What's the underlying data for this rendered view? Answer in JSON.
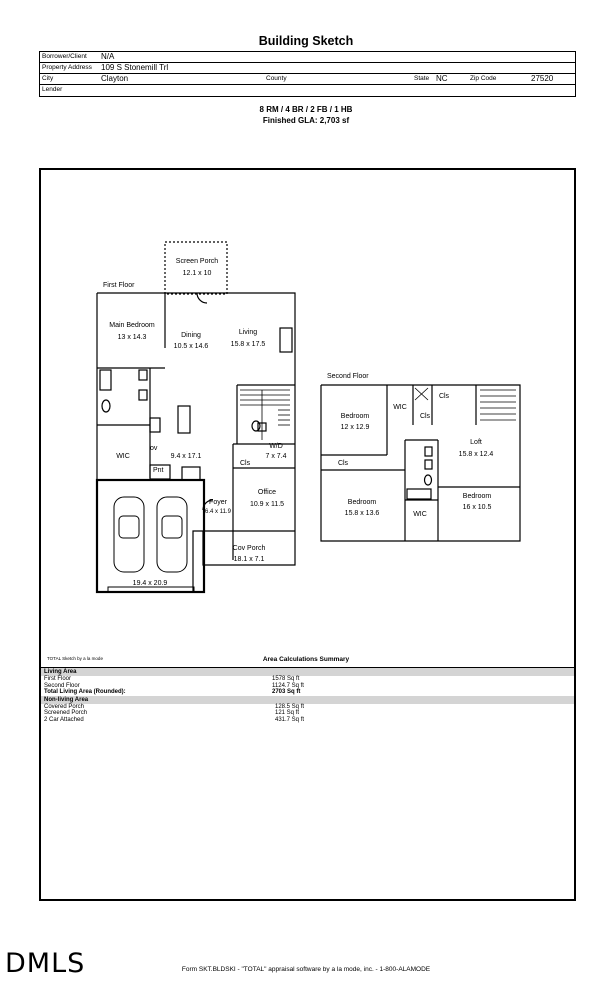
{
  "header": {
    "title": "Building Sketch",
    "borrower_label": "Borrower/Client",
    "borrower_value": "N/A",
    "address_label": "Property Address",
    "address_value": "109 S Stonemill Trl",
    "city_label": "City",
    "city_value": "Clayton",
    "county_label": "County",
    "state_label": "State",
    "state_value": "NC",
    "zip_label": "Zip Code",
    "zip_value": "27520",
    "lender_label": "Lender"
  },
  "summary": {
    "line1": "8 RM / 4 BR / 2 FB / 1 HB",
    "line2": "Finished GLA: 2,703 sf"
  },
  "sketch": {
    "first_floor_label": "First Floor",
    "second_floor_label": "Second Floor",
    "rooms": {
      "screen_porch": "Screen Porch",
      "screen_porch_dim": "12.1 x 10",
      "main_bedroom": "Main Bedroom",
      "main_bedroom_dim": "13 x 14.3",
      "dining": "Dining",
      "dining_dim": "10.5 x 14.6",
      "living": "Living",
      "living_dim": "15.8 x 17.5",
      "wic1": "WIC",
      "ov": "ov",
      "kitchen_dim": "9.4 x 17.1",
      "pnt": "Pnt",
      "cls1": "Cls",
      "wd": "W/D",
      "wd_dim": "7 x 7.4",
      "foyer": "Foyer",
      "foyer_dim": "6.4 x 11.9",
      "office": "Office",
      "office_dim": "10.9 x 11.5",
      "cov_porch": "Cov Porch",
      "cov_porch_dim": "18.1 x 7.1",
      "garage_dim": "19.4 x 20.9",
      "bedroom2": "Bedroom",
      "bedroom2_dim": "12 x 12.9",
      "wic2": "WIC",
      "cls2": "Cls",
      "cls3": "Cls",
      "cls4": "Cls",
      "loft": "Loft",
      "loft_dim": "15.8 x 12.4",
      "bedroom3": "Bedroom",
      "bedroom3_dim": "15.8 x 13.6",
      "bedroom4": "Bedroom",
      "bedroom4_dim": "16 x 10.5",
      "wic3": "WIC"
    }
  },
  "calc": {
    "credit": "TOTAL Sketch by a la mode",
    "title": "Area Calculations Summary",
    "living_area_header": "Living Area",
    "first_floor_label": "First Floor",
    "first_floor_value": "1578 Sq ft",
    "second_floor_label": "Second Floor",
    "second_floor_value": "1124.7 Sq ft",
    "total_label": "Total Living Area (Rounded):",
    "total_value": "2703 Sq ft",
    "nonliving_header": "Non-living Area",
    "covered_porch_label": "Covered Porch",
    "covered_porch_value": "128.5 Sq ft",
    "screened_porch_label": "Screened Porch",
    "screened_porch_value": "121 Sq ft",
    "garage_label": "2 Car Attached",
    "garage_value": "431.7 Sq ft"
  },
  "footer": {
    "logo": "DMLS",
    "form_text": "Form SKT.BLDSKI - \"TOTAL\" appraisal software by a la mode, inc. - 1-800-ALAMODE"
  }
}
